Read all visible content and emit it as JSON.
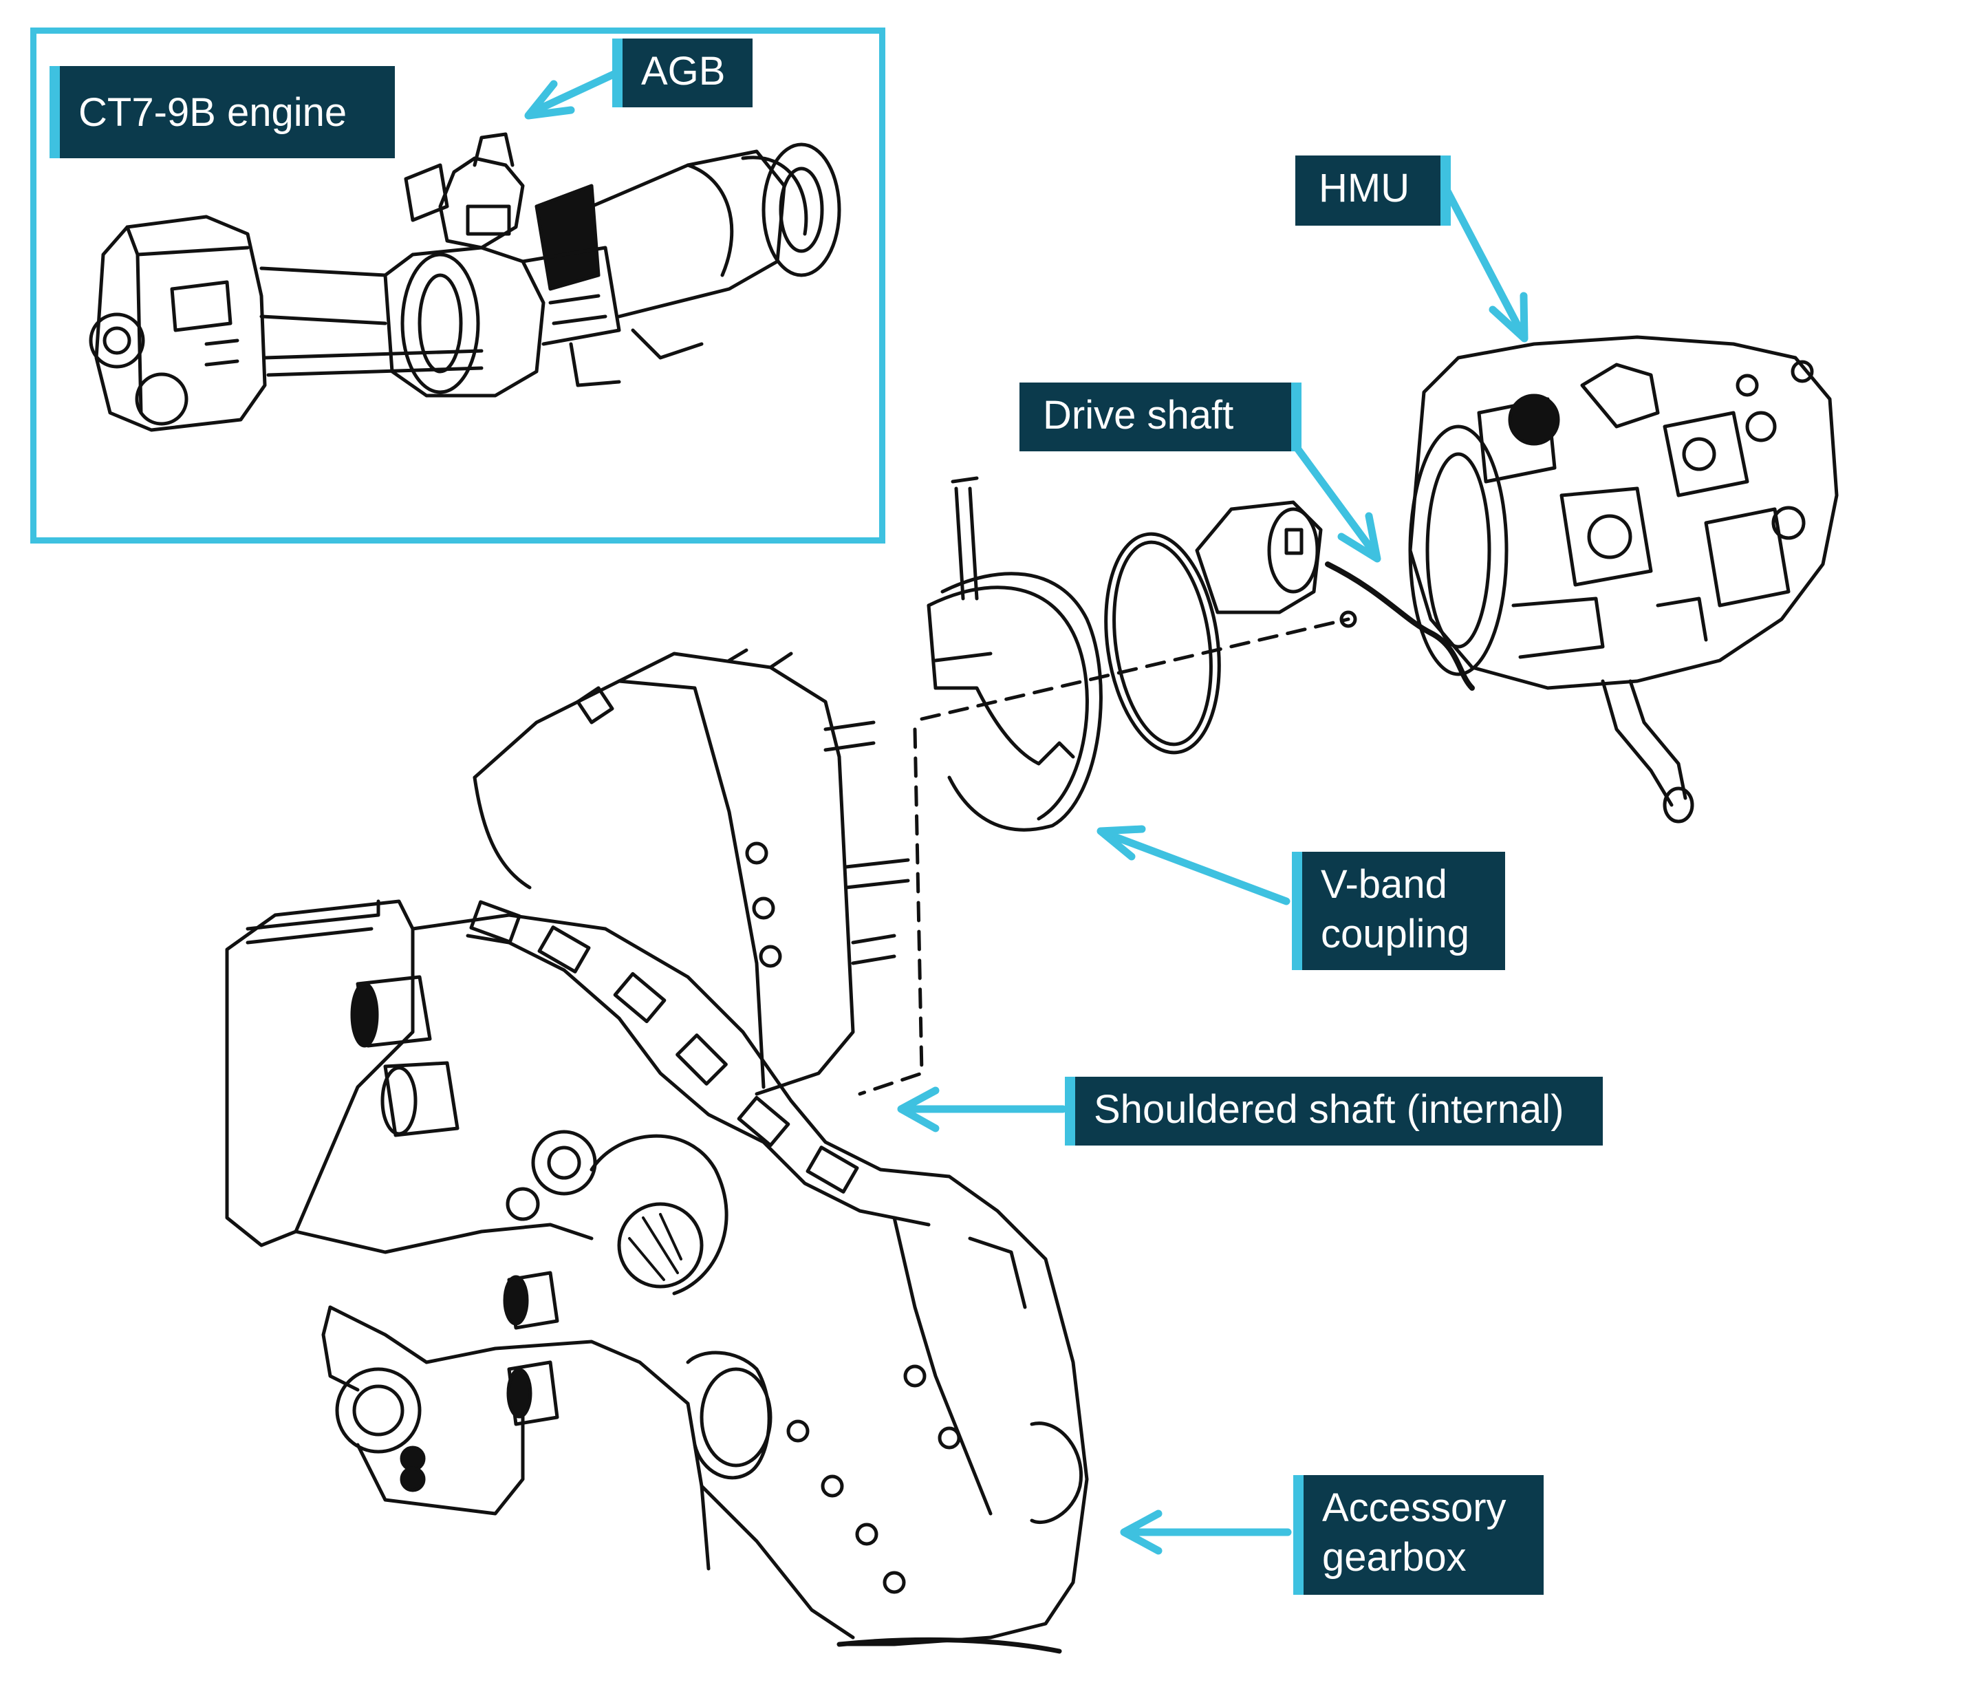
{
  "colors": {
    "accent": "#3ec1e0",
    "label_background": "#0b3a4c",
    "label_text": "#ffffff",
    "line_art": "#111111"
  },
  "inset": {
    "engine_label": "CT7-9B engine",
    "agb_label": "AGB"
  },
  "labels": {
    "hmu": "HMU",
    "drive_shaft": "Drive shaft",
    "vband_line1": "V-band",
    "vband_line2": "coupling",
    "shouldered_shaft": "Shouldered shaft (internal)",
    "accessory_line1": "Accessory",
    "accessory_line2": "gearbox"
  }
}
